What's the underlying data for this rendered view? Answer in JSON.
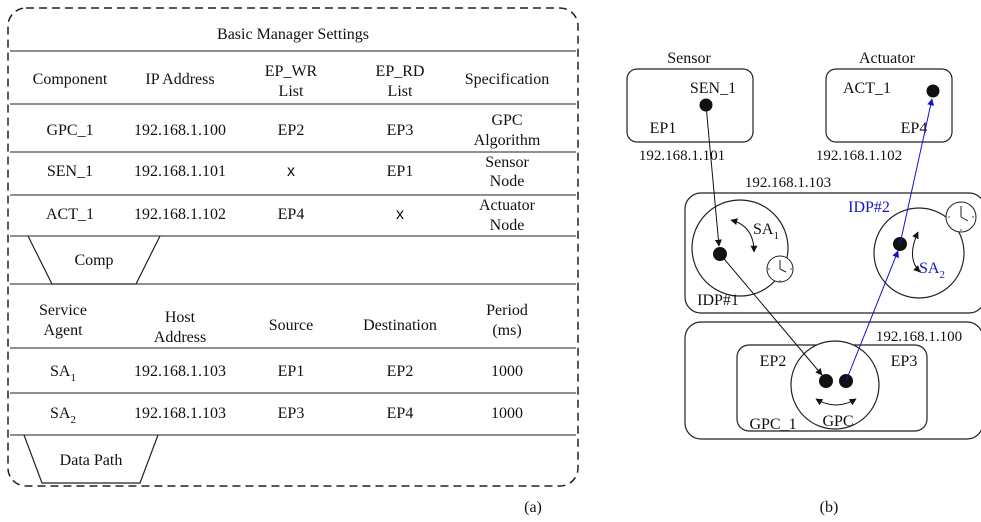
{
  "panel_a": {
    "title": "Basic Manager Settings",
    "comp_table": {
      "headers": [
        {
          "l1": "Component",
          "l2": ""
        },
        {
          "l1": "IP Address",
          "l2": ""
        },
        {
          "l1": "EP_WR",
          "l2": "List"
        },
        {
          "l1": "EP_RD",
          "l2": "List"
        },
        {
          "l1": "Specification",
          "l2": ""
        }
      ],
      "rows": [
        {
          "component": "GPC_1",
          "ip": "192.168.1.100",
          "ep_wr": "EP2",
          "ep_rd": "EP3",
          "spec1": "GPC",
          "spec2": "Algorithm"
        },
        {
          "component": "SEN_1",
          "ip": "192.168.1.101",
          "ep_wr": "x",
          "ep_rd": "EP1",
          "spec1": "Sensor",
          "spec2": "Node"
        },
        {
          "component": "ACT_1",
          "ip": "192.168.1.102",
          "ep_wr": "EP4",
          "ep_rd": "x",
          "spec1": "Actuator",
          "spec2": "Node"
        }
      ],
      "tag": "Comp"
    },
    "path_table": {
      "headers": [
        {
          "l1": "Service",
          "l2": "Agent"
        },
        {
          "l1": "Host",
          "l2": "Address"
        },
        {
          "l1": "Source",
          "l2": ""
        },
        {
          "l1": "Destination",
          "l2": ""
        },
        {
          "l1": "Period",
          "l2": "(ms)"
        }
      ],
      "rows": [
        {
          "agent": "SA",
          "sub": "1",
          "host": "192.168.1.103",
          "source": "EP1",
          "dest": "EP2",
          "period": "1000"
        },
        {
          "agent": "SA",
          "sub": "2",
          "host": "192.168.1.103",
          "source": "EP3",
          "dest": "EP4",
          "period": "1000"
        }
      ],
      "tag": "Data Path"
    },
    "caption": "(a)"
  },
  "panel_b": {
    "sensor_label": "Sensor",
    "actuator_label": "Actuator",
    "sen_node": "SEN_1",
    "act_node": "ACT_1",
    "ep1": "EP1",
    "ep4": "EP4",
    "ip_sensor": "192.168.1.101",
    "ip_actuator": "192.168.1.102",
    "ip_sa_host": "192.168.1.103",
    "ip_gpc": "192.168.1.100",
    "sa1_main": "SA",
    "sa1_sub": "1",
    "sa2_main": "SA",
    "sa2_sub": "2",
    "idp1": "IDP#1",
    "idp2": "IDP#2",
    "ep2": "EP2",
    "ep3": "EP3",
    "gpc_node": "GPC_1",
    "gpc": "GPC",
    "caption": "(b)",
    "colors": {
      "ink": "#111111",
      "accent": "#1414cc"
    }
  }
}
